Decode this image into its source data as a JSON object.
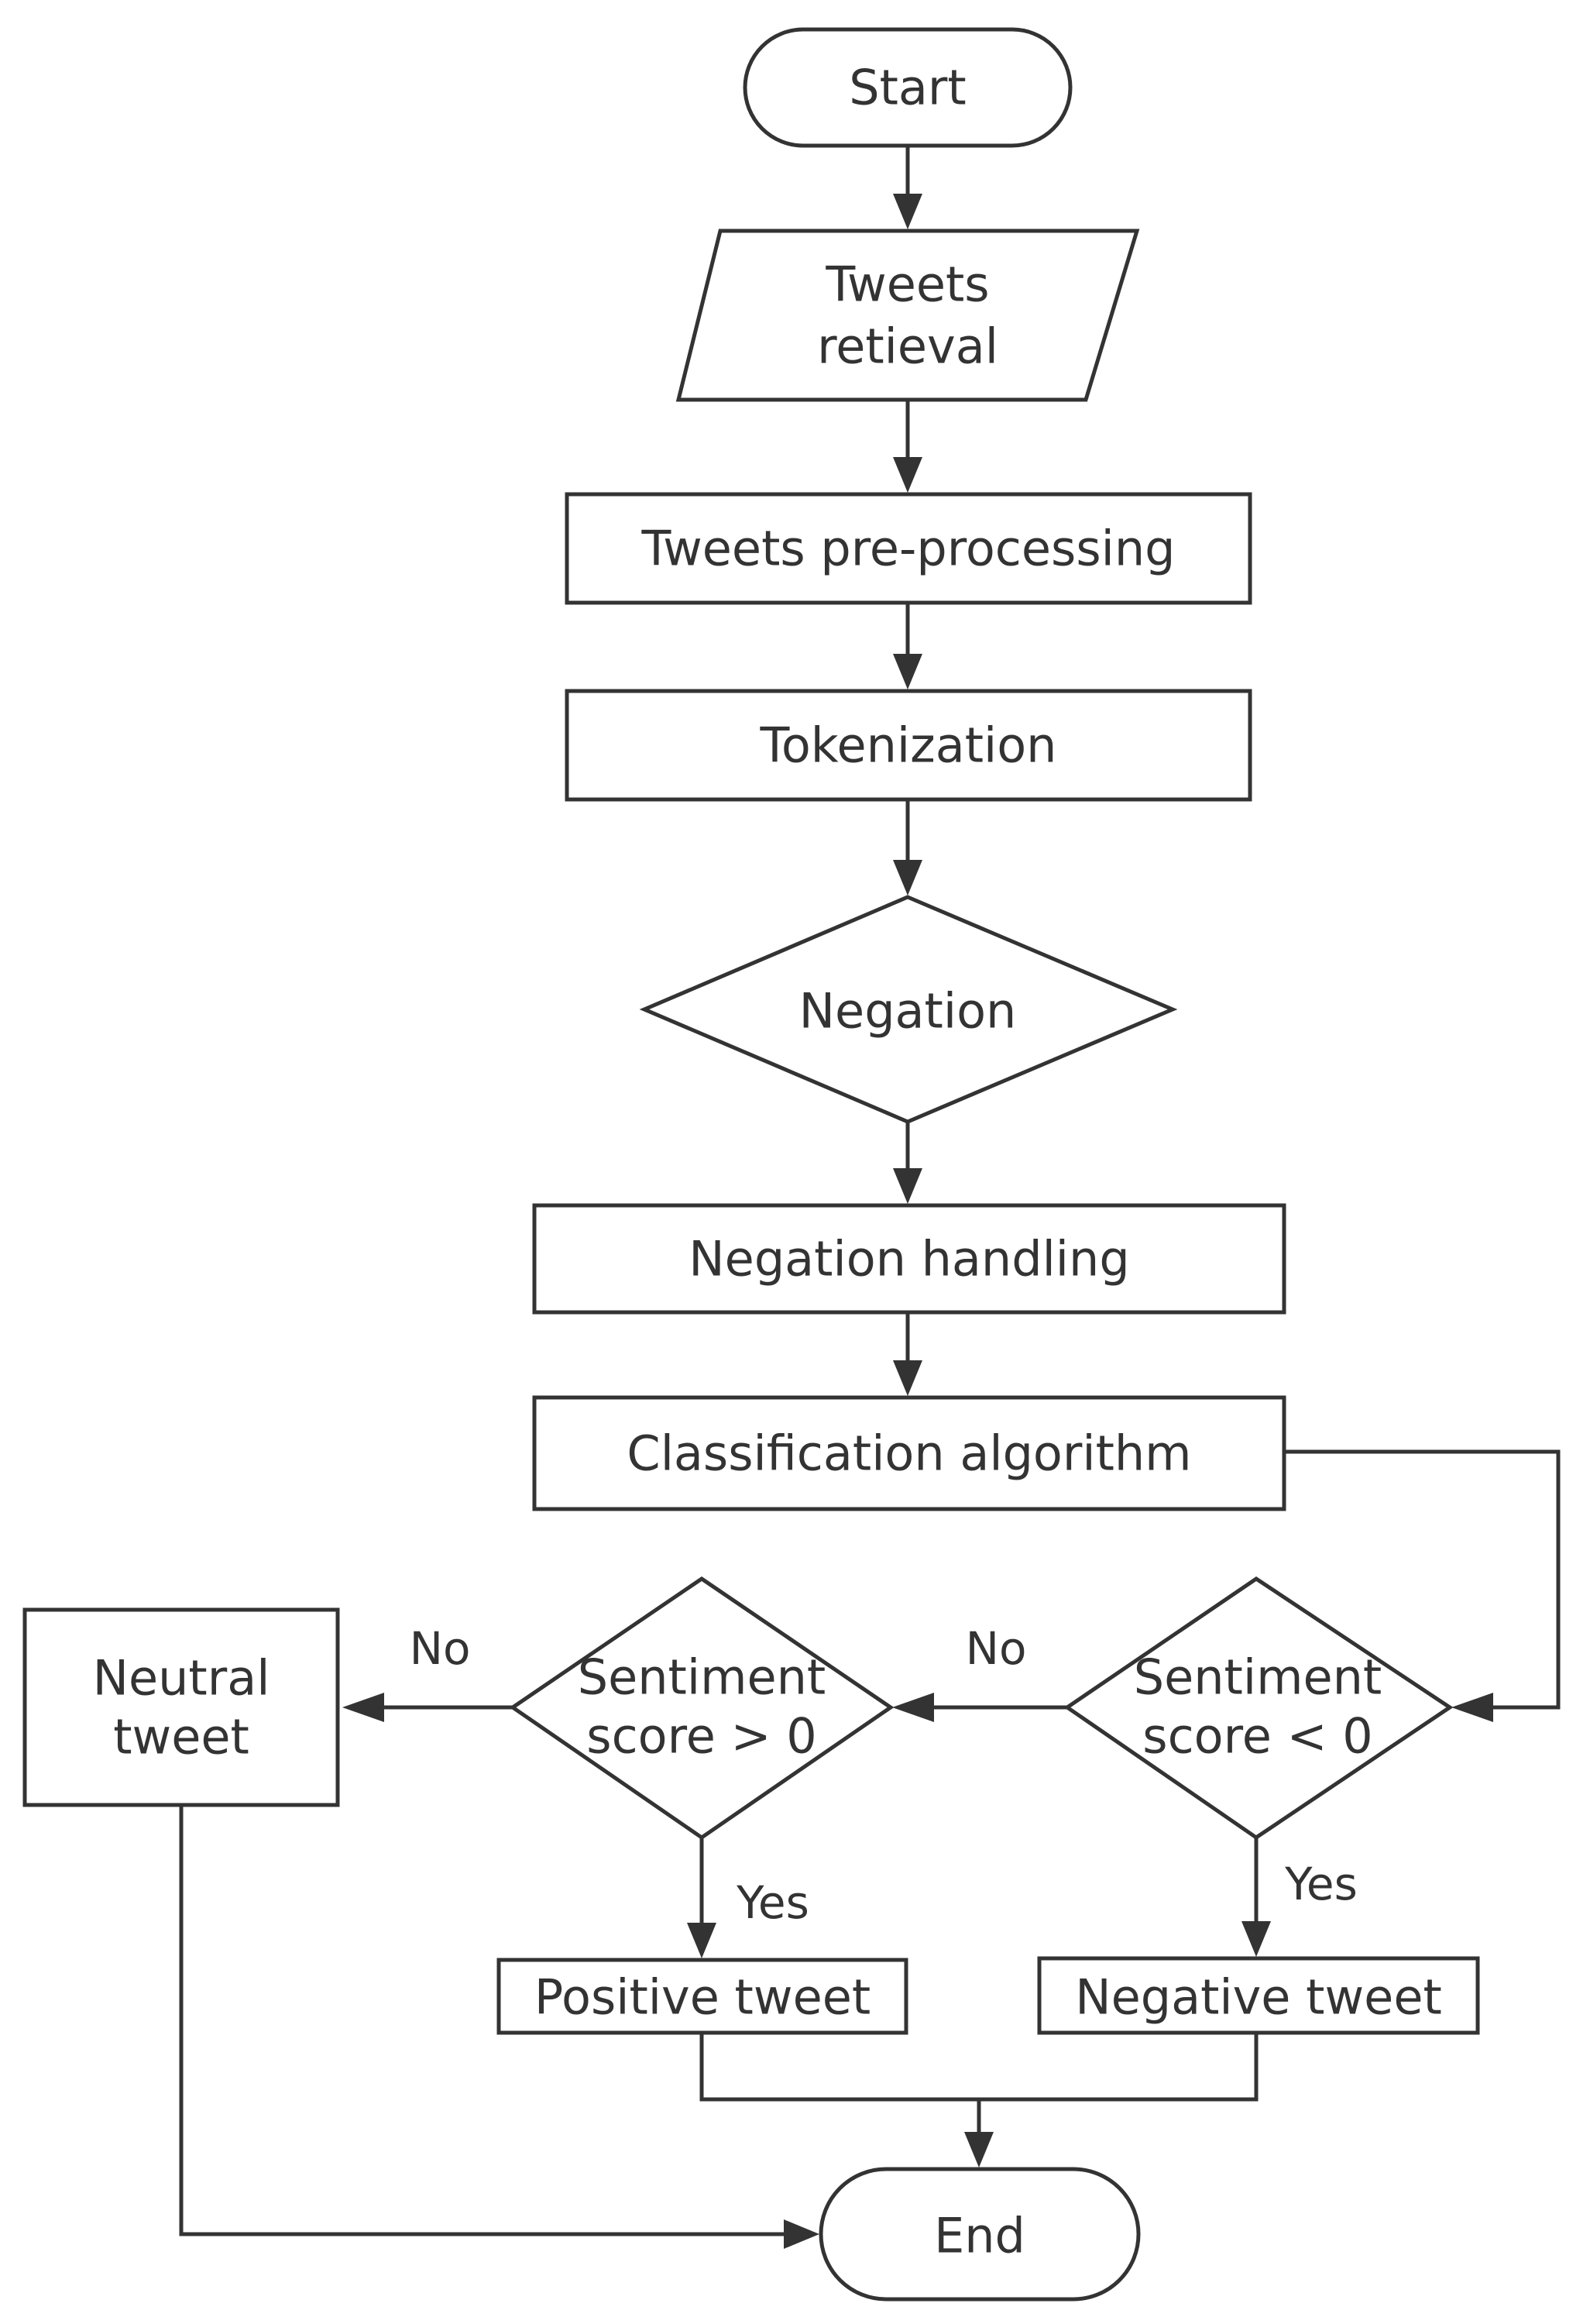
{
  "nodes": {
    "start": "Start",
    "tweets_retrieval_line1": "Tweets",
    "tweets_retrieval_line2": "retieval",
    "preprocessing": "Tweets pre-processing",
    "tokenization": "Tokenization",
    "negation": "Negation",
    "negation_handling": "Negation handling",
    "classification": "Classification algorithm",
    "score_gt_line1": "Sentiment",
    "score_gt_line2": "score > 0",
    "score_lt_line1": "Sentiment",
    "score_lt_line2": "score < 0",
    "neutral_line1": "Neutral",
    "neutral_line2": "tweet",
    "positive": "Positive tweet",
    "negative": "Negative tweet",
    "end": "End"
  },
  "edge_labels": {
    "lt_no": "No",
    "gt_no": "No",
    "gt_yes": "Yes",
    "lt_yes": "Yes"
  },
  "colors": {
    "stroke": "#333333",
    "fill": "#ffffff",
    "text": "#333333"
  }
}
